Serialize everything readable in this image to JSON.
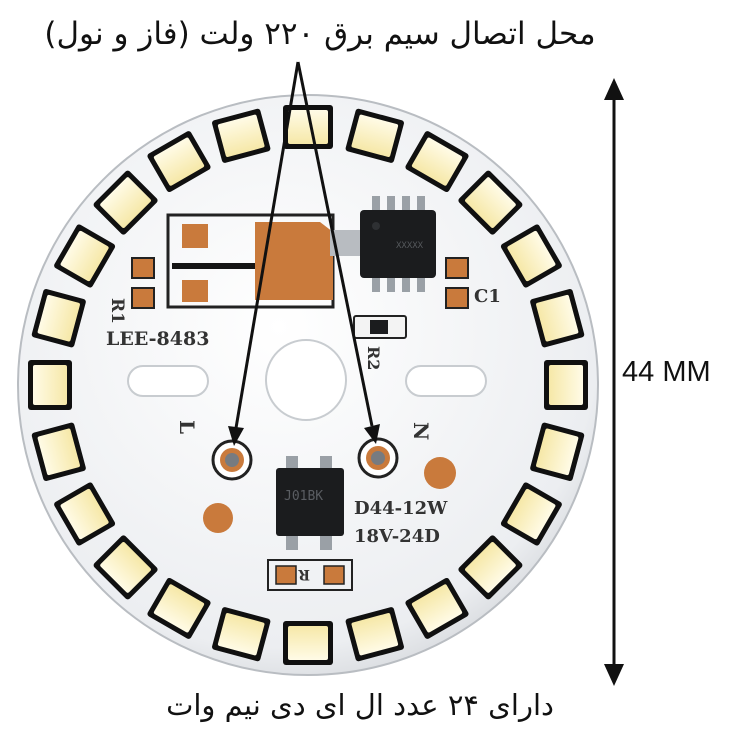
{
  "top_caption": "محل اتصال سیم برق ۲۲۰ ولت (فاز و نول)",
  "bottom_caption": "دارای ۲۴ عدد ال ای دی نیم وات",
  "dimension_label": "44 MM",
  "silkscreen": {
    "r1": "R1",
    "model": "LEE-8483",
    "c1": "C1",
    "r2": "R2",
    "terminal_l": "L",
    "terminal_n": "N",
    "driver_line1": "D44-12W",
    "driver_line2": "18V-24D",
    "r": "R",
    "chip_top_text": "XXXXX",
    "chip_bottom_text": "J01BK"
  },
  "colors": {
    "board": "#eef0f2",
    "led_body": "#fbf3cf",
    "led_edge": "#101010",
    "copper": "#c97a3c",
    "arrow": "#111111"
  },
  "led_count": 24
}
